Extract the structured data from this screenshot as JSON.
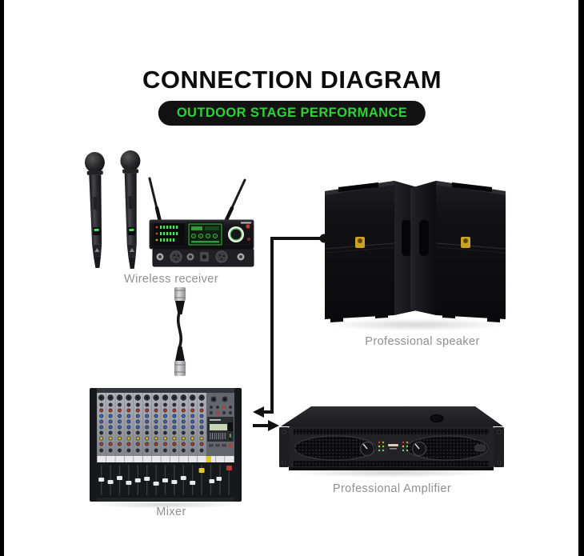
{
  "frame": {
    "side_bar_color": "#000000"
  },
  "header": {
    "title": "CONNECTION DIAGRAM",
    "title_color": "#0c0c0c",
    "badge_label": "OUTDOOR STAGE PERFORMANCE",
    "badge_bg": "#121212",
    "badge_text_color": "#2ed138"
  },
  "diagram": {
    "label_color": "#8f8f92",
    "line_color": "#111111",
    "devices": [
      {
        "id": "wireless-receiver",
        "label": "Wireless receiver"
      },
      {
        "id": "professional-speaker",
        "label": "Professional speaker"
      },
      {
        "id": "mixer",
        "label": "Mixer"
      },
      {
        "id": "professional-amplifier",
        "label": "Professional Amplifier"
      }
    ],
    "connections": [
      {
        "from": "professional-amplifier",
        "to": "professional-speaker",
        "style": "elbow line with dot at speaker and left arrowhead"
      },
      {
        "from": "mixer",
        "to": "professional-amplifier",
        "style": "right arrow"
      },
      {
        "from": "wireless-receiver",
        "to": "mixer",
        "style": "xlr cable"
      }
    ]
  }
}
